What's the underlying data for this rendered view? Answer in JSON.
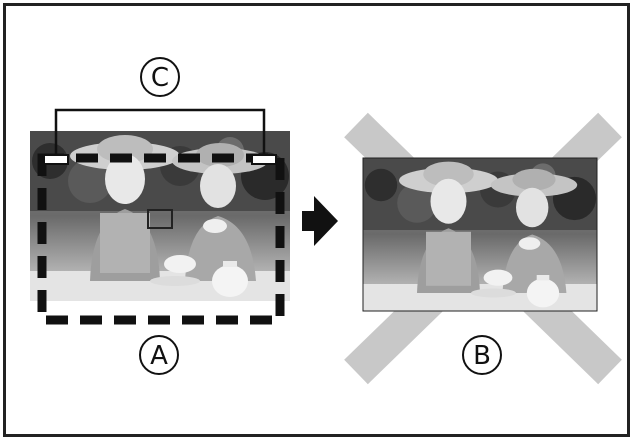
{
  "labels": {
    "c": "C",
    "a": "A",
    "b": "B"
  },
  "icons": {
    "arrow": "right-arrow-icon",
    "cross": "x-mark-icon"
  },
  "colors": {
    "frame": "#222222",
    "dash_frame": "#111111",
    "cross": "#c8c8c8"
  }
}
